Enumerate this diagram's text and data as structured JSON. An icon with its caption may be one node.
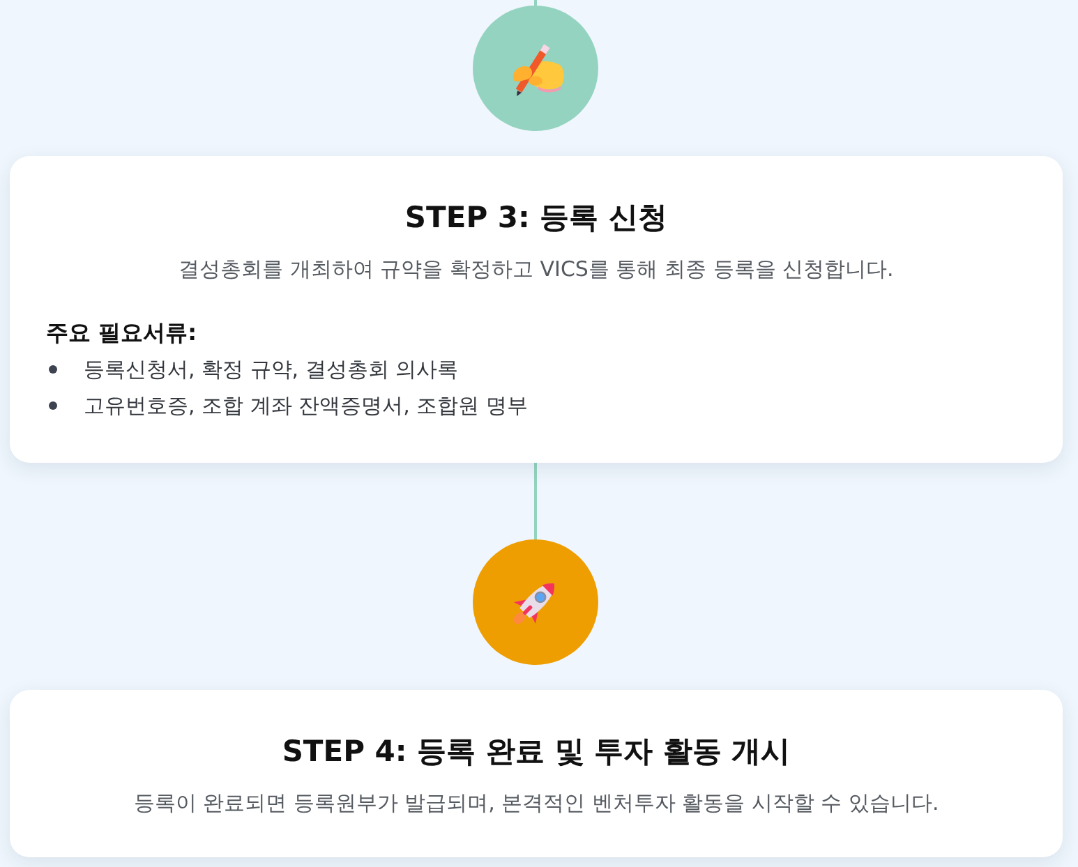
{
  "diagram": {
    "nodes": [
      {
        "text": [],
        "shape": "circle"
      },
      {
        "text": [
          "STEP 3: 등록 신청",
          "결성총회를 개최하여 규약을 확정하고 VICS를 통해 최종 등록을 신청합니다.",
          "주요 필요서류:",
          "등록신청서, 확정 규약, 결성총회 의사록",
          "고유번호증, 조합 계좌 잔액증명서, 조합원 명부"
        ]
      },
      {
        "text": [],
        "shape": "circle"
      },
      {
        "text": [
          "STEP 4: 등록 완료 및 투자 활동 개시",
          "등록이 완료되면 등록원부가 발급되며, 본격적인 벤처투자 활동을 시작할 수 있습니다."
        ]
      }
    ],
    "edges": [
      {
        "from": null,
        "to": 0,
        "arrow": "none"
      },
      {
        "from": 1,
        "to": 2,
        "arrow": "none"
      }
    ]
  }
}
